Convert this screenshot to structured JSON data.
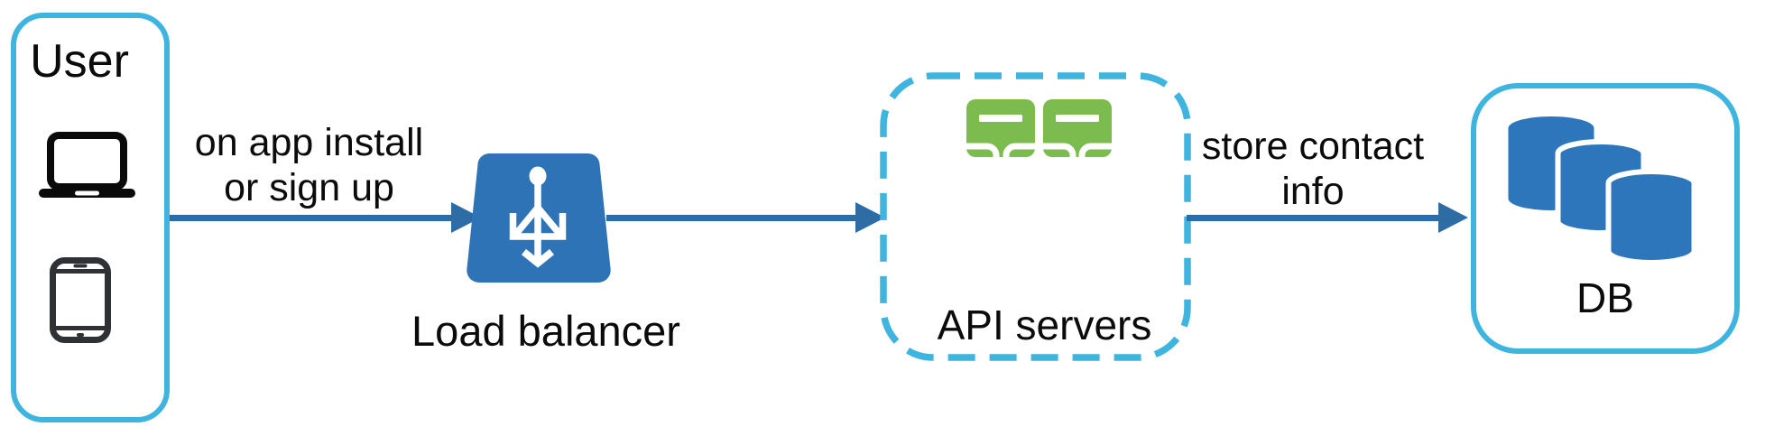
{
  "nodes": {
    "user": {
      "label": "User"
    },
    "load_balancer": {
      "label": "Load balancer"
    },
    "api_servers": {
      "label": "API servers"
    },
    "db": {
      "label": "DB"
    }
  },
  "edges": {
    "user_to_lb": {
      "lines": [
        "on app install",
        "or sign up"
      ]
    },
    "lb_to_api": {
      "lines": []
    },
    "api_to_db": {
      "lines": [
        "store contact",
        "info"
      ]
    }
  },
  "icons": {
    "user": [
      "laptop-icon",
      "smartphone-icon"
    ],
    "load_balancer": "load-balancer-icon",
    "api_servers": "server-rack-icon",
    "db": "database-cylinders-icon"
  },
  "colors": {
    "accent_cyan": "#3FB4DF",
    "arrow_blue": "#2E6CA5",
    "lb_blue": "#2E73B5",
    "db_blue": "#2D76BC",
    "server_green": "#7CBB4E",
    "device_dark": "#2F3235",
    "text": "#0B0B0B",
    "background": "#FFFFFF"
  }
}
